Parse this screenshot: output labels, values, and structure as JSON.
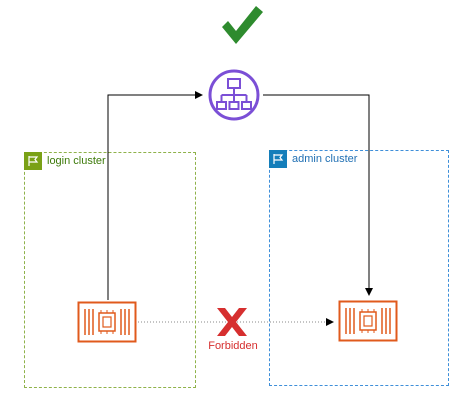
{
  "status": {
    "icon": "checkmark-icon",
    "color": "#2e8b2e"
  },
  "balancer": {
    "icon": "load-balancer-icon",
    "color": "#7b4fd6"
  },
  "groups": {
    "login": {
      "label": "login cluster",
      "icon": "flag-icon",
      "color": "#7aa116"
    },
    "admin": {
      "label": "admin cluster",
      "icon": "flag-icon",
      "color": "#147eba"
    }
  },
  "instances": {
    "login": {
      "icon": "ec2-instance-icon",
      "color": "#e05a1c"
    },
    "admin": {
      "icon": "ec2-instance-icon",
      "color": "#e05a1c"
    }
  },
  "forbidden": {
    "label": "Forbidden",
    "icon": "cross-icon",
    "color": "#d62f2f"
  }
}
